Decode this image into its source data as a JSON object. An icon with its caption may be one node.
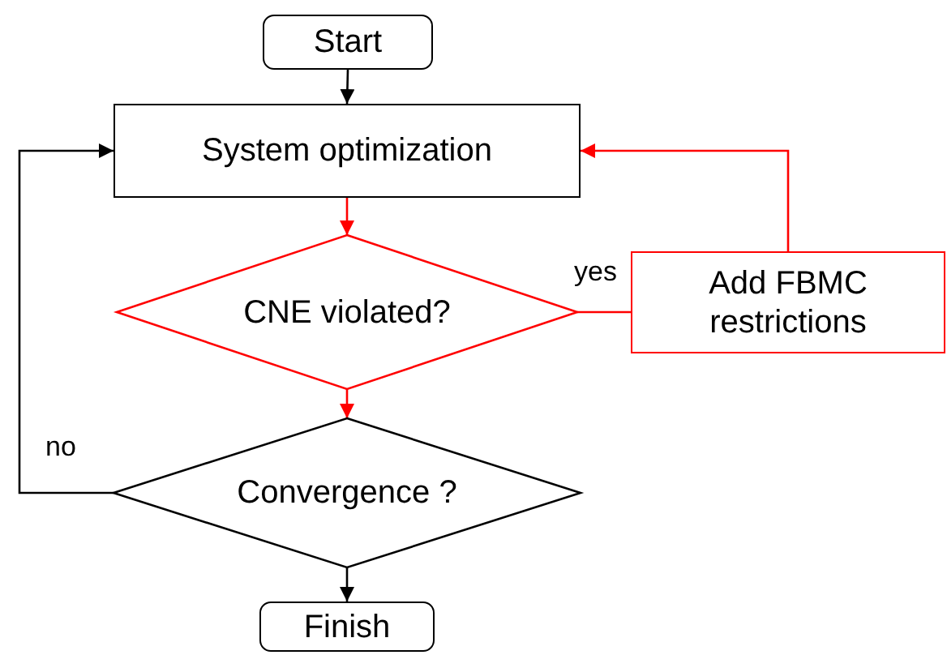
{
  "diagram": {
    "nodes": [
      {
        "text": [
          "Start"
        ]
      },
      {
        "text": [
          "System optimization"
        ]
      },
      {
        "text": [
          "CNE violated?"
        ]
      },
      {
        "text": [
          "Add FBMC restrictions"
        ]
      },
      {
        "text": [
          "Convergence ?"
        ]
      },
      {
        "text": [
          "Finish"
        ]
      }
    ],
    "edges": [
      {
        "from": 0,
        "to": 1,
        "arrow": "to",
        "color": "#000000"
      },
      {
        "from": 1,
        "to": 2,
        "arrow": "to"
      },
      {
        "from": 2,
        "to": 3,
        "arrow": "none",
        "label": "yes"
      },
      {
        "from": 3,
        "to": 1,
        "arrow": "to"
      },
      {
        "from": 2,
        "to": 4,
        "arrow": "to"
      },
      {
        "from": 4,
        "to": 1,
        "arrow": "to",
        "label": "no",
        "color": "#000000"
      },
      {
        "from": 4,
        "to": 5,
        "arrow": "to",
        "color": "#000000"
      }
    ]
  }
}
